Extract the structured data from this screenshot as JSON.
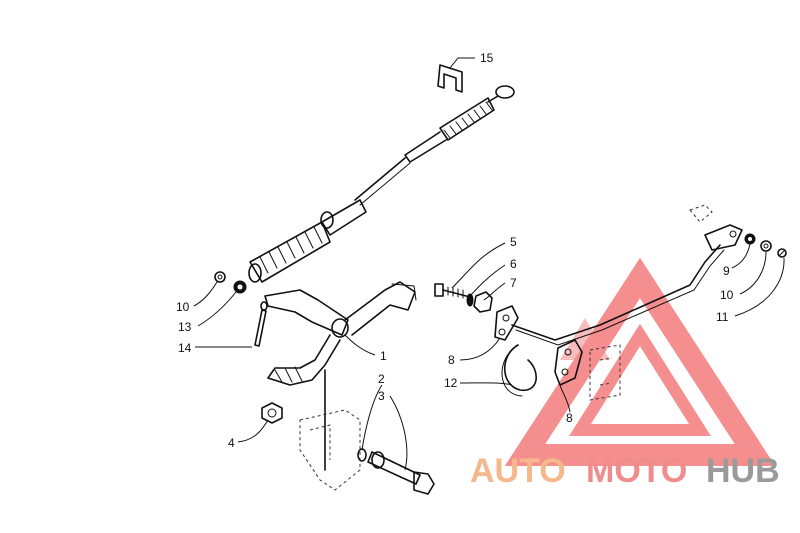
{
  "callouts": [
    {
      "id": "c15",
      "label": "15"
    },
    {
      "id": "c5",
      "label": "5"
    },
    {
      "id": "c6",
      "label": "6"
    },
    {
      "id": "c7",
      "label": "7"
    },
    {
      "id": "c8a",
      "label": "8"
    },
    {
      "id": "c12",
      "label": "12"
    },
    {
      "id": "c8b",
      "label": "8"
    },
    {
      "id": "c9",
      "label": "9"
    },
    {
      "id": "c10r",
      "label": "10"
    },
    {
      "id": "c11",
      "label": "11"
    },
    {
      "id": "c10l",
      "label": "10"
    },
    {
      "id": "c13",
      "label": "13"
    },
    {
      "id": "c14",
      "label": "14"
    },
    {
      "id": "c1",
      "label": "1"
    },
    {
      "id": "c2",
      "label": "2"
    },
    {
      "id": "c3",
      "label": "3"
    },
    {
      "id": "c4",
      "label": "4"
    }
  ],
  "watermark": {
    "word1": "AUTO",
    "word2": "MOTO",
    "word3": "HUB",
    "color1": "#f5b88a",
    "color2": "#f08c8c",
    "color3": "#9a9a9a",
    "triangle_color": "#f26a6a"
  }
}
